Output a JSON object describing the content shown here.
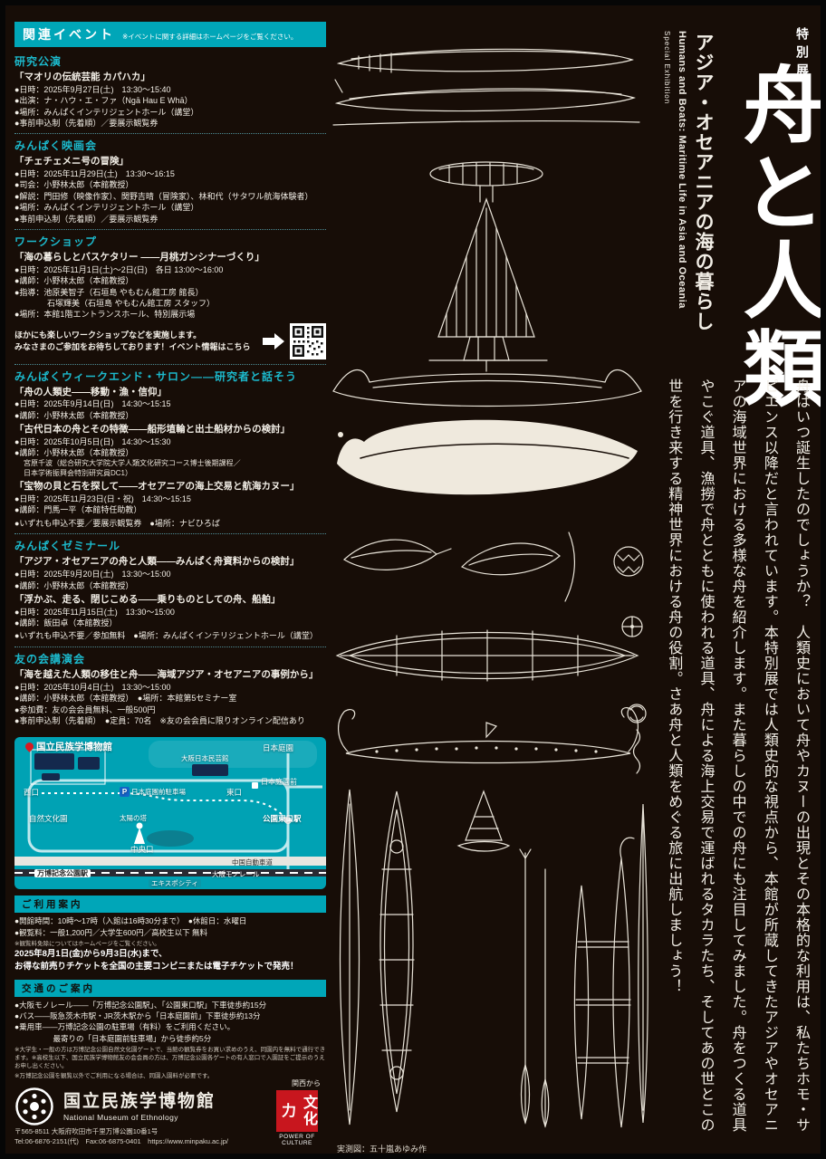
{
  "colors": {
    "accent": "#00a6b8",
    "red": "#c8161e",
    "bg": "#170d07",
    "ink": "#f2eee6"
  },
  "related": {
    "title": "関連イベント",
    "note": "※イベントに関する詳細はホームページをご覧ください。"
  },
  "sections": {
    "kenkyu": {
      "heading": "研究公演",
      "t1": "「マオリの伝統芸能 カパハカ」",
      "l1": "●日時：2025年9月27日(土)　13:30～15:40",
      "l2": "●出演：ナ・ハウ・エ・ファ（Ngā Hau E Whā）",
      "l3": "●場所：みんぱくインテリジェントホール（講堂）",
      "l4": "●事前申込制（先着順）／要展示観覧券"
    },
    "eiga": {
      "heading": "みんぱく映画会",
      "t1": "「チェチェメニ号の冒険」",
      "l1": "●日時：2025年11月29日(土)　13:30～16:15",
      "l2": "●司会：小野林太郎（本館教授）",
      "l3": "●解説：門田修（映像作家）、関野吉晴（冒険家）、林和代（サタワル航海体験者）",
      "l4": "●場所：みんぱくインテリジェントホール（講堂）",
      "l5": "●事前申込制（先着順）／要展示観覧券"
    },
    "workshop": {
      "heading": "ワークショップ",
      "t1": "「海の暮らしとバスケタリー ――月桃ガンシナーづくり」",
      "l1": "●日時：2025年11月1日(土)～2日(日)　各日 13:00～16:00",
      "l2": "●講師：小野林太郎（本館教授）",
      "l3": "●指導：池原美智子（石垣島 やもむん館工房 館長）",
      "l4": "　　　　石塚輝美（石垣島 やもむん館工房 スタッフ）",
      "l5": "●場所：本館1階エントランスホール、特別展示場",
      "n1": "ほかにも楽しいワークショップなどを実施します。",
      "n2": "みなさまのご参加をお待ちしております！イベント情報はこちら"
    },
    "salon": {
      "heading": "みんぱくウィークエンド・サロン――研究者と話そう",
      "t1": "「舟の人類史――移動・漁・信仰」",
      "a1": "●日時：2025年9月14日(日)　14:30～15:15",
      "a2": "●講師：小野林太郎（本館教授）",
      "t2": "「古代日本の舟とその特徴――船形埴輪と出土船材からの検討」",
      "b1": "●日時：2025年10月5日(日)　14:30～15:30",
      "b2": "●講師：小野林太郎（本館教授）",
      "b3": "宮原千波（総合研究大学院大学人類文化研究コース博士後期課程／",
      "b4": "日本学術振興会特別研究員DC1）",
      "t3": "「宝物の貝と石を探して――オセアニアの海上交易と航海カヌー」",
      "c1": "●日時：2025年11月23日(日・祝)　14:30～15:15",
      "c2": "●講師：門馬一平（本館特任助教）",
      "foot": "●いずれも申込不要／要展示観覧券　●場所：ナビひろば"
    },
    "seminar": {
      "heading": "みんぱくゼミナール",
      "t1": "「アジア・オセアニアの舟と人類――みんぱく舟資料からの検討」",
      "a1": "●日時：2025年9月20日(土)　13:30～15:00",
      "a2": "●講師：小野林太郎（本館教授）",
      "t2": "「浮かぶ、走る、閉じこめる――乗りものとしての舟、船舶」",
      "b1": "●日時：2025年11月15日(土)　13:30～15:00",
      "b2": "●講師：飯田卓（本館教授）",
      "foot": "●いずれも申込不要／参加無料　●場所：みんぱくインテリジェントホール（講堂）"
    },
    "tomonokai": {
      "heading": "友の会講演会",
      "t1": "「海を越えた人類の移住と舟――海域アジア・オセアニアの事例から」",
      "l1": "●日時：2025年10月4日(土)　13:30～15:00",
      "l2": "●講師：小野林太郎（本館教授）　●場所：本館第5セミナー室",
      "l3": "●参加費：友の会会員無料、一般500円",
      "l4": "●事前申込制（先着順）　●定員：70名　※友の会会員に限りオンライン配信あり"
    }
  },
  "map": {
    "museum": "国立民族学博物館",
    "nihonteien": "日本庭園",
    "mingeikan": "大阪日本民芸館",
    "nihonteienmae": "日本庭園前",
    "koenhigashi": "公園東口駅",
    "nishiguchi": "西口",
    "shizenbunkaen": "自然文化園",
    "taiyonoto": "太陽の塔",
    "pmark": "P",
    "parking": "日本庭園前駐車場",
    "higashiguchi": "東口",
    "chuoguchi": "中央口",
    "expressway": "中国自動車道",
    "banpakueki": "万博記念公園駅",
    "monorail": "大阪モノレール",
    "expocity": "エキスポシティ"
  },
  "info": {
    "heading": "ご利用案内",
    "l1": "●開館時間：10時～17時（入館は16時30分まで）　●休館日：水曜日",
    "l2": "●観覧料：一般1,200円／大学生600円／高校生以下 無料",
    "l3": "※観覧料免除についてはホームページをご覧ください。",
    "l4": "2025年8月1日(金)から9月3日(水)まで、",
    "l5": "お得な前売りチケットを全国の主要コンビニまたは電子チケットで発売！"
  },
  "access": {
    "heading": "交通のご案内",
    "l1": "●大阪モノレール――「万博記念公園駅」、「公園東口駅」下車徒歩約15分",
    "l2": "●バス――阪急茨木市駅・JR茨木駅から「日本庭園前」下車徒歩約13分",
    "l3": "●乗用車――万博記念公園の駐車場（有料）をご利用ください。",
    "l4": "　　　　　最寄りの「日本庭園前駐車場」から徒歩約5分",
    "s1": "※大学生・一般の方は万博記念公園自然文化園ゲートで、当館の観覧券をお買い求めのうえ、同園内を無料で通行できます。※高校生以下、国立民族学博物館友の会会員の方は、万博記念公園各ゲートの有人窓口で入園証をご提示のうえお申し出ください。",
    "s2": "※万博記念公園を観覧以外でご利用になる場合は、同園入園料が必要です。"
  },
  "footer": {
    "name": "国立民族学博物館",
    "name_en": "National Museum of Ethnology",
    "address": "〒565-8511 大阪府吹田市千里万博公園10番1号",
    "contact": "Tel:06-6876-2151(代)　Fax:06-6875-0401　",
    "url": "https://www.minpaku.ac.jp/",
    "kansai": "関西から",
    "bunkaryoku": "文化力",
    "power": "POWER OF CULTURE"
  },
  "exhibition": {
    "label": "特別展",
    "label_en": "Special Exhibition",
    "title": "舟と人類",
    "subtitle": "アジア・オセアニアの海の暮らし",
    "title_en": "Humans and Boats: Maritime Life in Asia and Oceania",
    "body": "舟はいつ誕生したのでしょうか？　人類史において舟やカヌーの出現とその本格的な利用は、私たちホモ・サピエンス以降だと言われています。本特別展では人類史的な視点から、本館が所蔵してきたアジアやオセアニアの海域世界における多様な舟を紹介します。また暮らしの中での舟にも注目してみました。舟をつくる道具やこぐ道具、漁撈で舟とともに使われる道具、舟による海上交易で運ばれるタカラたち、そしてあの世とこの世を行き来する精神世界における舟の役割。さあ舟と人類をめぐる旅に出航しましょう！",
    "credit": "実測図：五十嵐あゆみ作"
  }
}
